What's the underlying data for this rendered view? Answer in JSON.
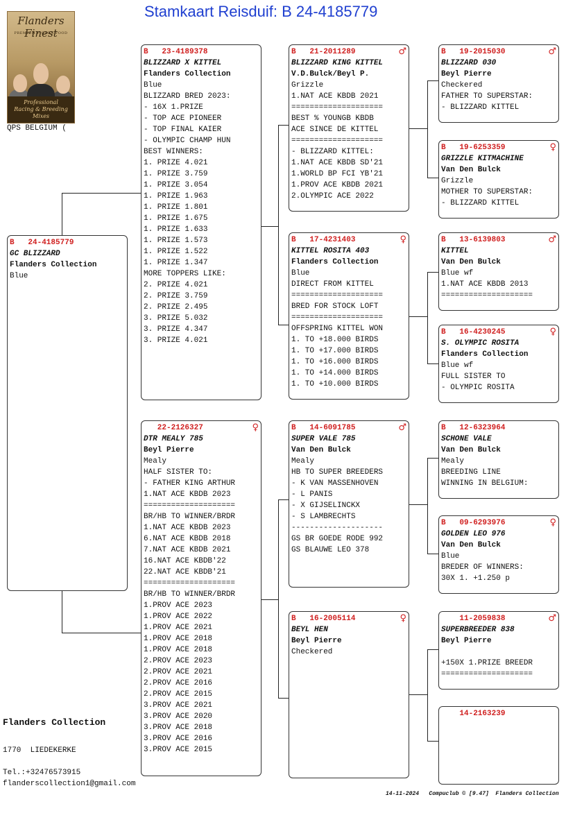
{
  "page_title": "Stamkaart Reisduif: B   24-4185779",
  "logo": {
    "brand": "Flanders Finest",
    "tagline": "PREMIUM PIGEON FOOD",
    "band": "Professional\nRacing & Breeding Mixes",
    "caption": "QPS BELGIUM ("
  },
  "footer": {
    "owner": "Flanders Collection",
    "city": "1770  LIEDEKERKE",
    "tel": "Tel.:+32476573915",
    "email": "flanderscollection1@gmail.com",
    "stamp": "14-11-2024   Compuclub © [9.47]  Flanders Collection"
  },
  "cards": {
    "main": {
      "ring": "B   24-4185779",
      "sex": "",
      "lines": [
        "GC BLIZZARD",
        "Flanders Collection",
        "Blue"
      ]
    },
    "f": {
      "ring": "B   23-4189378",
      "sex": "",
      "lines": [
        "BLIZZARD X KITTEL",
        "Flanders Collection",
        "Blue",
        "BLIZZARD BRED 2023:",
        "- 16X 1.PRIZE",
        "- TOP ACE PIONEER",
        "- TOP FINAL KAIER",
        "- OLYMPIC CHAMP HUN",
        "BEST WINNERS:",
        "1. PRIZE 4.021",
        "1. PRIZE 3.759",
        "1. PRIZE 3.054",
        "1. PRIZE 1.963",
        "1. PRIZE 1.801",
        "1. PRIZE 1.675",
        "1. PRIZE 1.633",
        "1. PRIZE 1.573",
        "1. PRIZE 1.522",
        "1. PRIZE 1.347",
        "MORE TOPPERS LIKE:",
        "2. PRIZE 4.021",
        "2. PRIZE 3.759",
        "2. PRIZE 2.495",
        "3. PRIZE 5.032",
        "3. PRIZE 4.347",
        "3. PRIZE 4.021"
      ]
    },
    "m": {
      "ring": "   22-2126327",
      "sex": "♀",
      "lines": [
        "DTR MEALY 785",
        "Beyl Pierre",
        "Mealy",
        "HALF SISTER TO:",
        "- FATHER KING ARTHUR",
        "1.NAT ACE KBDB 2023",
        "====================",
        "BR/HB TO WINNER/BRDR",
        "1.NAT ACE KBDB 2023",
        "6.NAT ACE KBDB 2018",
        "7.NAT ACE KBDB 2021",
        "16.NAT ACE KBDB'22",
        "22.NAT ACE KBDB'21",
        "====================",
        "BR/HB TO WINNER/BRDR",
        "1.PROV ACE 2023",
        "1.PROV ACE 2022",
        "1.PROV ACE 2021",
        "1.PROV ACE 2018",
        "1.PROV ACE 2018",
        "2.PROV ACE 2023",
        "2.PROV ACE 2021",
        "2.PROV ACE 2016",
        "2.PROV ACE 2015",
        "3.PROV ACE 2021",
        "3.PROV ACE 2020",
        "3.PROV ACE 2018",
        "3.PROV ACE 2016",
        "3.PROV ACE 2015"
      ]
    },
    "ff": {
      "ring": "B   21-2011289",
      "sex": "♂",
      "lines": [
        "BLIZZARD KING KITTEL",
        "V.D.Bulck/Beyl P.",
        "Grizzle",
        "1.NAT ACE KBDB 2021",
        "====================",
        "BEST % YOUNGB KBDB",
        "ACE SINCE DE KITTEL",
        "====================",
        "- BLIZZARD KITTEL:",
        "1.NAT ACE KBDB SD'21",
        "1.WORLD BP FCI YB'21",
        "1.PROV ACE KBDB 2021",
        "2.OLYMPIC ACE 2022"
      ]
    },
    "fm": {
      "ring": "B   17-4231403",
      "sex": "♀",
      "lines": [
        "KITTEL ROSITA 403",
        "Flanders Collection",
        "Blue",
        "DIRECT FROM KITTEL",
        "====================",
        "BRED FOR STOCK LOFT",
        "====================",
        "OFFSPRING KITTEL WON",
        "1. TO +18.000 BIRDS",
        "1. TO +17.000 BIRDS",
        "1. TO +16.000 BIRDS",
        "1. TO +14.000 BIRDS",
        "1. TO +10.000 BIRDS"
      ]
    },
    "mf": {
      "ring": "B   14-6091785",
      "sex": "♂",
      "lines": [
        "SUPER VALE 785",
        "Van Den Bulck",
        "Mealy",
        "HB TO SUPER BREEDERS",
        "- K VAN MASSENHOVEN",
        "- L PANIS",
        "- X GIJSELINCKX",
        "- S LAMBRECHTS",
        "--------------------",
        "GS BR GOEDE RODE 992",
        "GS BLAUWE LEO 378"
      ]
    },
    "mm": {
      "ring": "B   16-2005114",
      "sex": "♀",
      "lines": [
        "BEYL HEN",
        "Beyl Pierre",
        "Checkered"
      ]
    },
    "fff": {
      "ring": "B   19-2015030",
      "sex": "♂",
      "lines": [
        "BLIZZARD 030",
        "Beyl Pierre",
        "Checkered",
        "FATHER TO SUPERSTAR:",
        "- BLIZZARD KITTEL"
      ]
    },
    "ffm": {
      "ring": "B   19-6253359",
      "sex": "♀",
      "lines": [
        "GRIZZLE KITMACHINE",
        "Van Den Bulck",
        "Grizzle",
        "MOTHER TO SUPERSTAR:",
        "- BLIZZARD KITTEL"
      ]
    },
    "fmf": {
      "ring": "B   13-6139803",
      "sex": "♂",
      "lines": [
        "KITTEL",
        "Van Den Bulck",
        "Blue wf",
        "1.NAT ACE KBDB 2013",
        "===================="
      ]
    },
    "fmm": {
      "ring": "B   16-4230245",
      "sex": "♀",
      "lines": [
        "S. OLYMPIC ROSITA",
        "Flanders Collection",
        "Blue wf",
        "FULL SISTER TO",
        "- OLYMPIC ROSITA"
      ]
    },
    "mff": {
      "ring": "B   12-6323964",
      "sex": "",
      "lines": [
        "SCHONE VALE",
        "Van Den Bulck",
        "Mealy",
        "BREEDING LINE",
        "WINNING IN BELGIUM:"
      ]
    },
    "mfm": {
      "ring": "B   09-6293976",
      "sex": "♀",
      "lines": [
        "GOLDEN LEO 976",
        "Van Den Bulck",
        "Blue",
        "BREDER OF WINNERS:",
        "30X 1. +1.250 p"
      ]
    },
    "mmf": {
      "ring": "    11-2059838",
      "sex": "♂",
      "lines": [
        "SUPERBREEDER 838",
        "Beyl Pierre",
        "",
        "+150X 1.PRIZE BREEDR",
        "===================="
      ]
    },
    "mmm": {
      "ring": "    14-2163239",
      "sex": "",
      "lines": []
    }
  }
}
